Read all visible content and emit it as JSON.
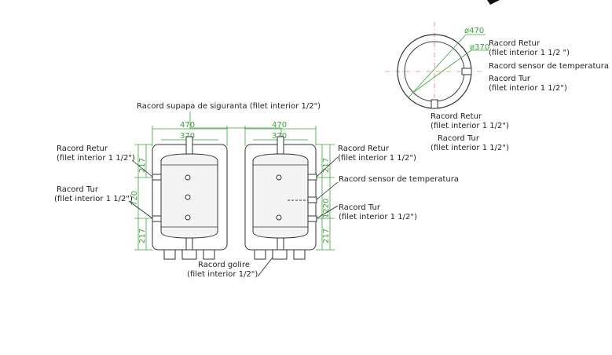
{
  "labels": {
    "top_circle_d1": "ø470",
    "top_circle_d2": "ø370",
    "top_retur_1": "Racord Retur",
    "top_retur_2": "(filet interior 1 1/2 \")",
    "top_sensor": "Racord sensor de temperatura",
    "top_tur_1": "Racord Tur",
    "top_tur_2": "(filet interior 1 1/2\")",
    "bottom_retur_1": "Racord Retur",
    "bottom_retur_2": "(filet interior 1 1/2\")",
    "bottom_tur_1": "Racord Tur",
    "bottom_tur_2": "(filet interior 1 1/2\")",
    "safety_valve": "Racord supapa de siguranta (filet interior 1/2\")",
    "left_retur_1": "Racord Retur",
    "left_retur_2": "(filet interior 1 1/2\")",
    "left_tur_1": "Racord Tur",
    "left_tur_2": "(filet interior 1 1/2\")",
    "drain_1": "Racord golire",
    "drain_2": "(filet interior 1/2\")",
    "right_retur_1": "Racord Retur",
    "right_retur_2": "(filet interior 1 1/2\")",
    "right_sensor": "Racord sensor de temperatura",
    "right_tur_1": "Racord Tur",
    "right_tur_2": "(filet interior 1 1/2\")"
  },
  "dimensions": {
    "left_outer_width": "470",
    "left_inner_width": "370",
    "right_outer_width": "470",
    "right_inner_width": "370",
    "left_top_height": "217",
    "left_mid_height": "720",
    "left_bottom_height": "217",
    "right_top_height": "217",
    "right_mid_height": "1220",
    "right_bottom_height": "217"
  },
  "colors": {
    "dimension": "#3aa53a",
    "outline": "#333333",
    "axis": "#e05050"
  }
}
